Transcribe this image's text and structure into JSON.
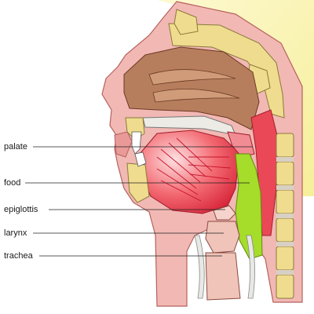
{
  "labels": {
    "palate": "palate",
    "food": "food",
    "epiglottis": "epiglottis",
    "larynx": "larynx",
    "trachea": "trachea"
  },
  "colors": {
    "background": "#ffffff",
    "backdrop_yellow": "#fbf6b4",
    "skin": "#f2b8b4",
    "skin_outline": "#b5625e",
    "bone": "#f0dc8e",
    "bone_outline": "#8a7a3a",
    "nasal_cavity": "#b77e5e",
    "tongue": "#e43a42",
    "tongue_light": "#fdd6d8",
    "food_bolus": "#a6dc2a",
    "trachea": "#f0c4b8",
    "cartilage": "#e8e8e4",
    "leader_line": "#222222"
  }
}
